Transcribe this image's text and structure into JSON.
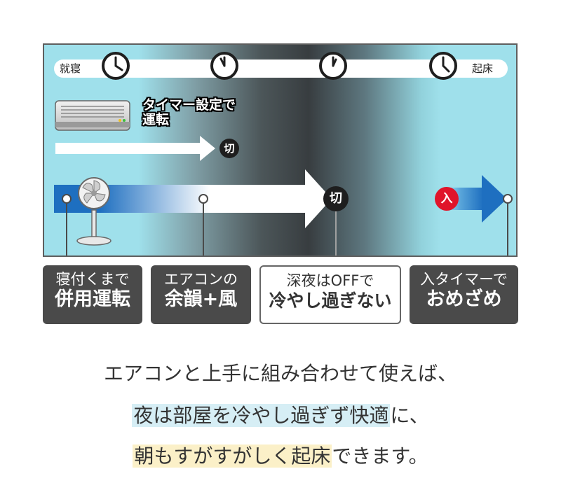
{
  "timeline": {
    "start_label": "就寝",
    "end_label": "起床",
    "clock_count": 4
  },
  "ac": {
    "timer_text": "タイマー設定で\n運転",
    "off_badge": "切"
  },
  "fan": {
    "off_badge": "切",
    "on_badge": "入"
  },
  "boxes": [
    {
      "line1": "寝付くまで",
      "line2": "併用運転",
      "style": "dark"
    },
    {
      "line1": "エアコンの",
      "line2": "余韻+風",
      "style": "dark"
    },
    {
      "line1": "深夜はOFFで",
      "line2": "冷やし過ぎない",
      "style": "light"
    },
    {
      "line1": "入タイマーで",
      "line2": "おめざめ",
      "style": "dark"
    }
  ],
  "caption": {
    "line1": "エアコンと上手に組み合わせて使えば、",
    "line2_highlight": "夜は部屋を冷やし過ぎず快適",
    "line2_rest": "に、",
    "line3_highlight": "朝もすがすがしく起床",
    "line3_rest": "できます。"
  },
  "colors": {
    "sky": "#9fe0eb",
    "night": "#383d40",
    "fan_arrow": "#1e6fc0",
    "badge_red": "#e0142a",
    "box_dark": "#4a4a4a"
  }
}
